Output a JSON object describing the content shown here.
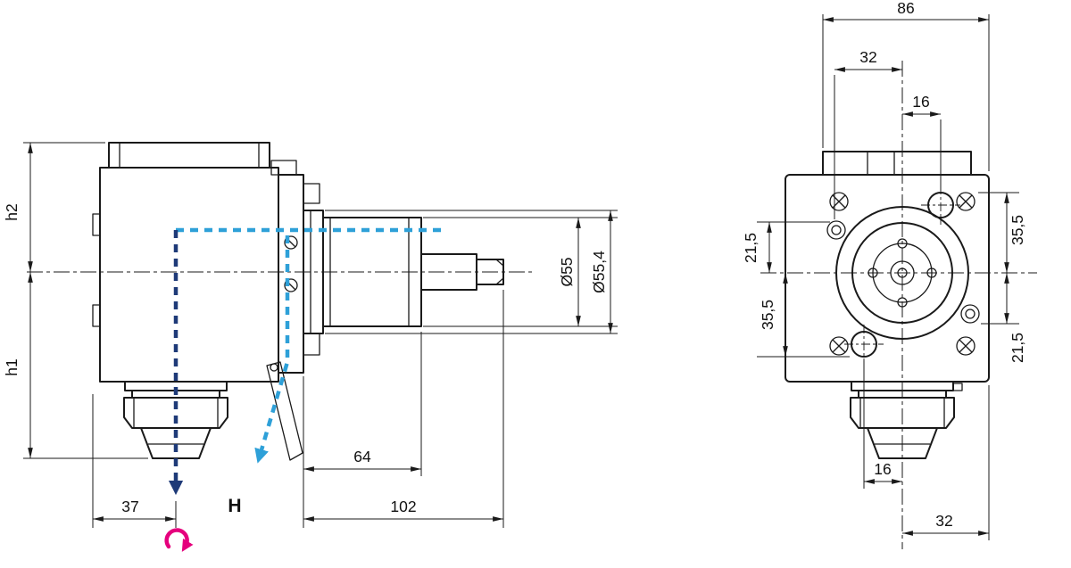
{
  "colors": {
    "line": "#1a1a1a",
    "coolant_blue": "#2ea0d8",
    "axis_navy": "#1e3a78",
    "rotation_magenta": "#e5007d"
  },
  "side_view": {
    "dims": {
      "h2": "h2",
      "h1": "h1",
      "width_37": "37",
      "stroke_H": "H",
      "length_64": "64",
      "length_102": "102",
      "dia_55": "Ø55",
      "dia_55_4": "Ø55,4"
    }
  },
  "front_view": {
    "dims": {
      "width_86": "86",
      "top_32": "32",
      "top_16": "16",
      "left_21_5": "21,5",
      "left_35_5": "35,5",
      "right_35_5": "35,5",
      "right_21_5": "21,5",
      "bottom_16": "16",
      "bottom_32": "32"
    }
  }
}
